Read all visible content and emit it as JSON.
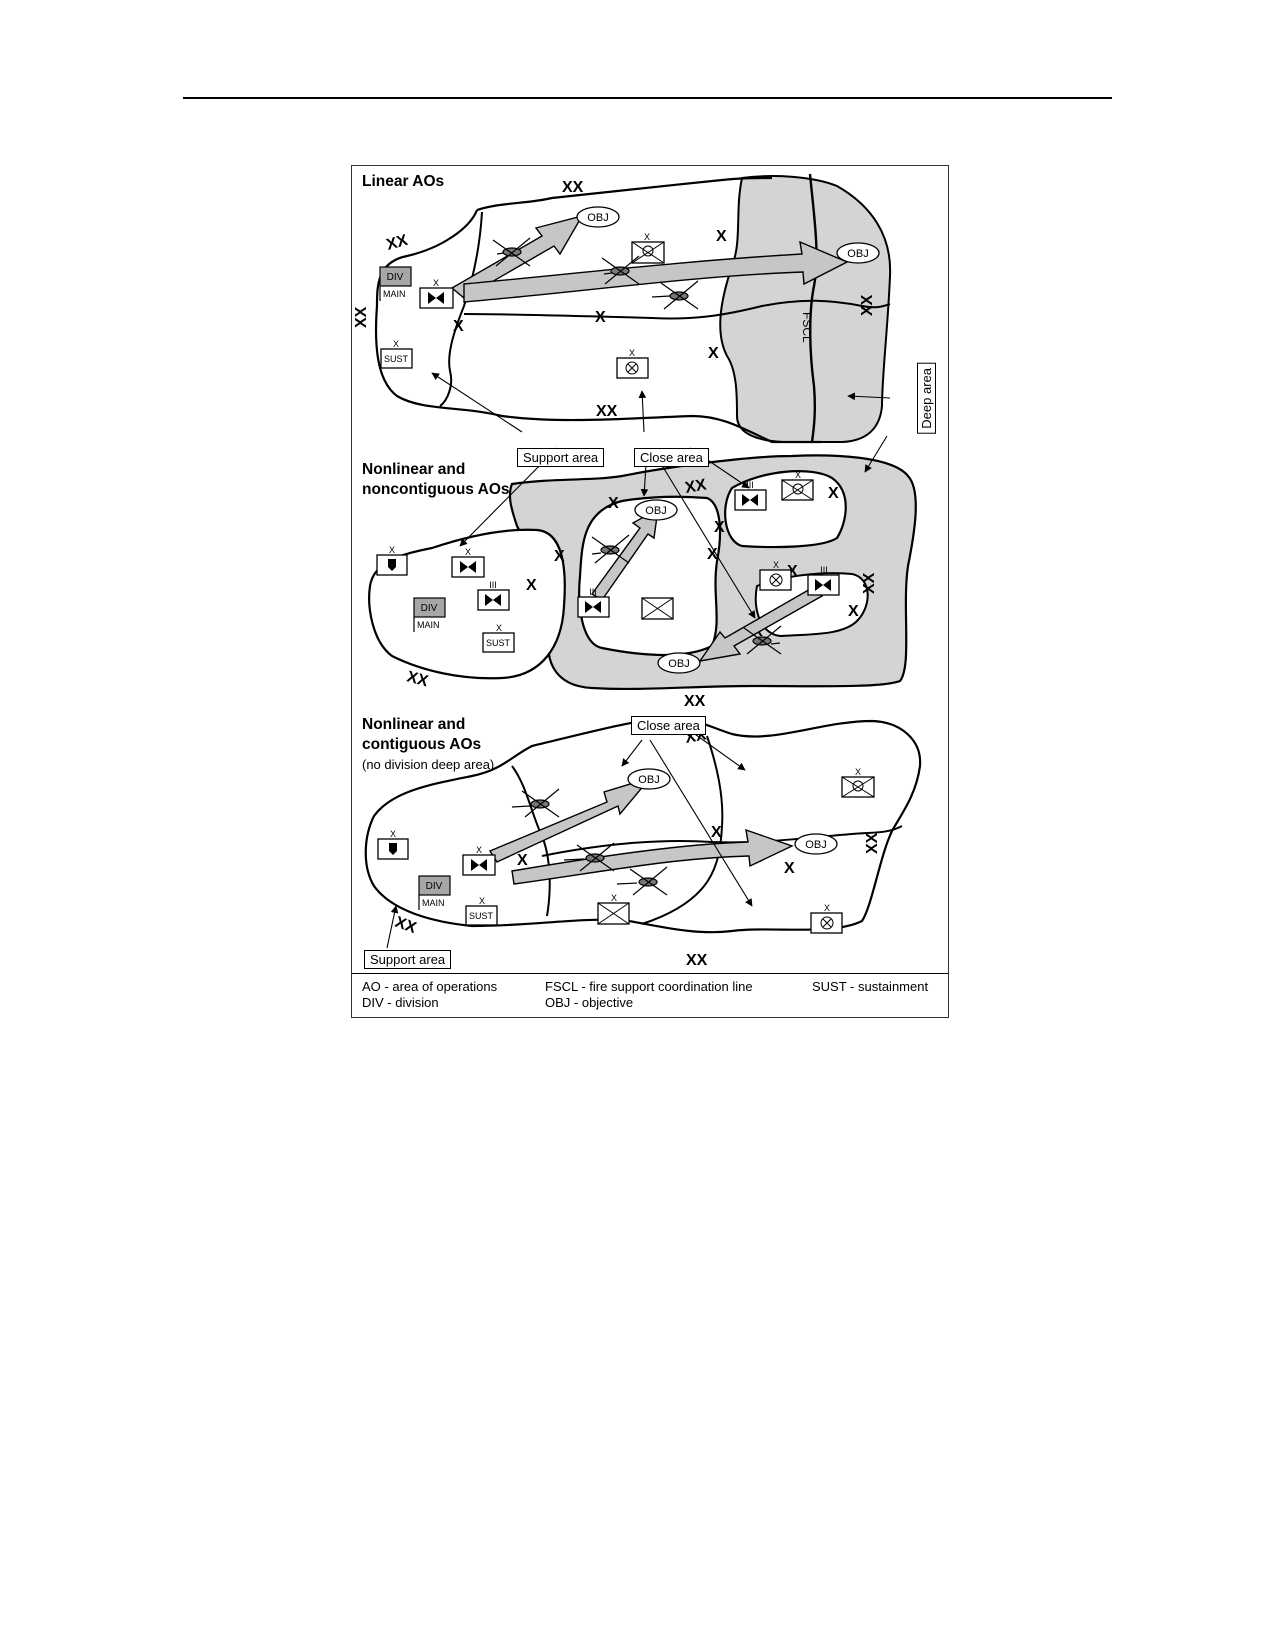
{
  "sections": {
    "linear": {
      "title": "Linear AOs"
    },
    "nonlinear_noncontiguous": {
      "title_line1": "Nonlinear and",
      "title_line2": "noncontiguous AOs"
    },
    "nonlinear_contiguous": {
      "title_line1": "Nonlinear and",
      "title_line2": "contiguous AOs",
      "subtitle": "(no division deep area)"
    }
  },
  "callouts": {
    "support_area_top": "Support area",
    "close_area_top": "Close area",
    "deep_area": "Deep area",
    "close_area_bottom": "Close area",
    "support_area_bottom": "Support area"
  },
  "boundary_labels": {
    "division": "XX",
    "brigade": "X",
    "fscl": "FSCL"
  },
  "unit_labels": {
    "div": "DIV",
    "main": "MAIN",
    "sust": "SUST",
    "obj": "OBJ",
    "echelon_brigade": "X",
    "echelon_battalion": "III"
  },
  "legend": [
    [
      "AO - area of operations",
      "DIV - division"
    ],
    [
      "FSCL - fire support coordination line",
      "OBJ - objective"
    ],
    [
      "SUST - sustainment"
    ]
  ],
  "colors": {
    "shade": "#d4d4d4",
    "arrow_fill": "#c6c6c6",
    "div_box": "#a6a6a6"
  }
}
